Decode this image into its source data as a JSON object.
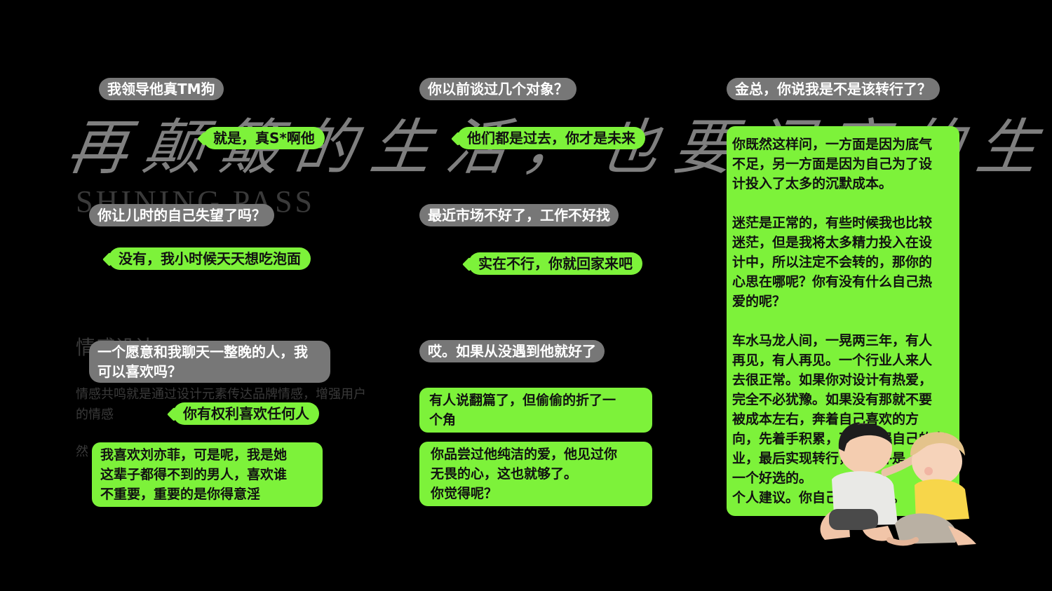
{
  "background": {
    "calligraphy": "再颠簸的生活，也要闪亮的生活。",
    "english": "SHINING PASS",
    "section_title": "情感设计",
    "paragraph": "情感共鸣就是通过设计元素传达品牌情感，增强用户的情感",
    "paragraph_tail": "然"
  },
  "colors": {
    "background": "#000000",
    "gray_bubble": "#777777",
    "green_bubble": "#7df23a"
  },
  "column1": {
    "q1": "我领导他真TM狗",
    "a1": "就是，真S*啊他",
    "q2": "你让儿时的自己失望了吗？",
    "a2": "没有，我小时候天天想吃泡面",
    "q3": "一个愿意和我聊天一整晚的人，我\n可以喜欢吗？",
    "a3": "你有权利喜欢任何人",
    "a4": "我喜欢刘亦菲，可是呢，我是她\n这辈子都得不到的男人，喜欢谁\n不重要，重要的是你得意淫"
  },
  "column2": {
    "q1": "你以前谈过几个对象？",
    "a1": "他们都是过去，你才是未来",
    "q2": "最近市场不好了，工作不好找",
    "a2": "实在不行，你就回家来吧",
    "q3": "哎。如果从没遇到他就好了",
    "a3": "有人说翻篇了，但偷偷的折了一\n个角",
    "a4": "你品尝过他纯洁的爱，他见过你\n无畏的心，这也就够了。\n你觉得呢？"
  },
  "column3": {
    "q1": "金总，你说我是不是该转行了？",
    "answer": "你既然这样问，一方面是因为底气\n不足，另一方面是因为自己为了设\n计投入了太多的沉默成本。\n\n迷茫是正常的，有些时候我也比较\n迷茫，但是我将太多精力投入在设\n计中，所以注定不会转的，那你的\n心思在哪呢？你有没有什么自己热\n爱的呢？\n\n车水马龙人间，一晃两三年，有人\n再见，有人再见。一个行业人来人\n去很正常。如果你对设计有热爱，\n完全不必犹豫。如果没有那就不要\n被成本左右，奔着自己喜欢的方\n向，先着手积累，不断扩展自己的事\n业，最后实现转行，这或许是\n一个好选的。\n个人建议。你自己看着办吧。"
  },
  "illustration": {
    "icon": "two-kids-illustration"
  }
}
